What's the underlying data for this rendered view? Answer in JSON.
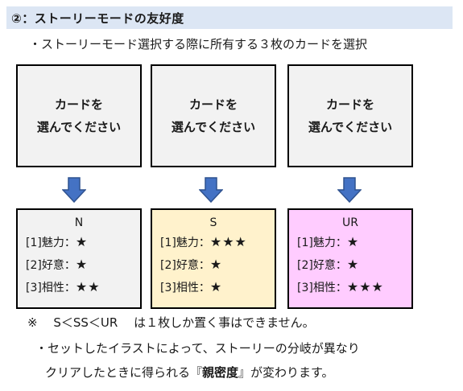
{
  "header": {
    "title": "②：ストーリーモードの友好度"
  },
  "subline": "・ストーリーモード選択する際に所有する３枚のカードを選択",
  "slots": [
    {
      "line1": "カードを",
      "line2": "選んでください"
    },
    {
      "line1": "カードを",
      "line2": "選んでください"
    },
    {
      "line1": "カードを",
      "line2": "選んでください"
    }
  ],
  "rarities": [
    {
      "title": "N",
      "rows": [
        {
          "label": "[1]魅力：",
          "stars": "★"
        },
        {
          "label": "[2]好意：",
          "stars": "★"
        },
        {
          "label": "[3]相性：",
          "stars": "★★"
        }
      ]
    },
    {
      "title": "S",
      "rows": [
        {
          "label": "[1]魅力：",
          "stars": "★★★"
        },
        {
          "label": "[2]好意：",
          "stars": "★"
        },
        {
          "label": "[3]相性：",
          "stars": "★"
        }
      ]
    },
    {
      "title": "UR",
      "rows": [
        {
          "label": "[1]魅力：",
          "stars": "★"
        },
        {
          "label": "[2]好意：",
          "stars": "★"
        },
        {
          "label": "[3]相性：",
          "stars": "★★★"
        }
      ]
    }
  ],
  "note": "※　 S＜SS＜UR　 は１枚しか置く事はできません。",
  "bullet1": "・セットしたイラストによって、ストーリーの分岐が異なり",
  "bullet2": {
    "before": "クリアしたときに得られる『",
    "bold": "親密度",
    "after": "』が変わります。"
  },
  "colors": {
    "header_bg": "#dce6f4",
    "arrow": "#4472c4",
    "n_bg": "#f2f2f2",
    "s_bg": "#fff2cc",
    "ur_bg": "#ffccff"
  },
  "icons": {
    "arrow": "arrow-down-icon"
  }
}
